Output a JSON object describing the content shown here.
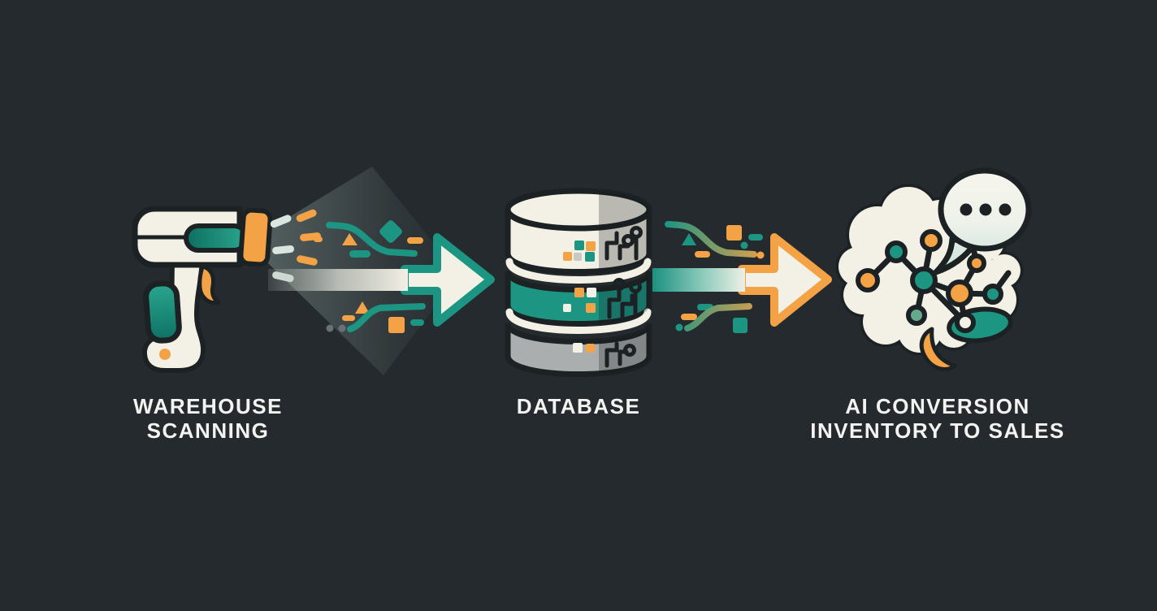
{
  "palette": {
    "background": "#242a2e",
    "outline": "#1c2124",
    "cream": "#f3f0e5",
    "teal": "#1d9583",
    "teal_dark": "#0e6b5e",
    "orange": "#f3a346",
    "gray_light": "#abaeae",
    "gray_dark": "#878b8d",
    "mint": "#d8e6df",
    "text": "#f3f4f1"
  },
  "diagram": {
    "type": "process-flow",
    "steps": [
      {
        "id": "warehouse-scanning",
        "icon": "barcode-scanner-icon",
        "label_lines": [
          "WAREHOUSE",
          "SCANNING"
        ]
      },
      {
        "id": "database",
        "icon": "database-icon",
        "label_lines": [
          "DATABASE"
        ]
      },
      {
        "id": "ai-conversion",
        "icon": "brain-chat-icon",
        "label_lines": [
          "AI CONVERSION",
          "INVENTORY TO SALES"
        ]
      }
    ],
    "connectors": [
      {
        "from": "warehouse-scanning",
        "to": "database",
        "shape": "right-arrow",
        "outline_color": "#1d9583"
      },
      {
        "from": "database",
        "to": "ai-conversion",
        "shape": "right-arrow",
        "outline_color": "#f3a346"
      }
    ]
  }
}
